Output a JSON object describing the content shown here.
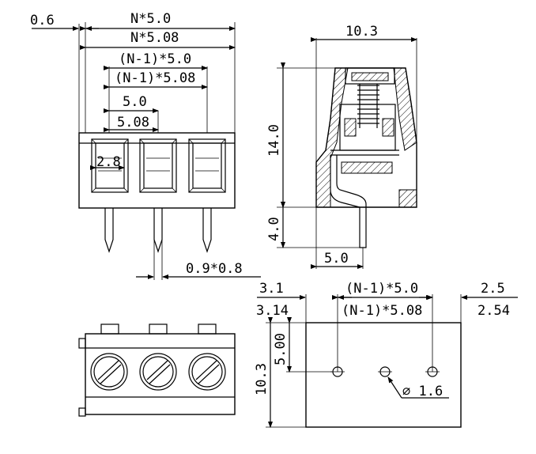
{
  "front_view": {
    "pitch_label": "N*5.0",
    "pitch_label_alt": "N*5.08",
    "span_label": "(N-1)*5.0",
    "span_label_alt": "(N-1)*5.08",
    "single_pitch": "5.0",
    "single_pitch_alt": "5.08",
    "edge_offset": "0.6",
    "opening_width": "2.8",
    "pin_size": "0.9*0.8",
    "positions": 3
  },
  "side_view": {
    "depth": "10.3",
    "height": "14.0",
    "pin_length": "4.0",
    "pin_offset": "5.0"
  },
  "bottom_view": {
    "left_offset": "3.1",
    "left_offset_alt": "3.14",
    "hole_span": "(N-1)*5.0",
    "hole_span_alt": "(N-1)*5.08",
    "right_offset": "2.5",
    "right_offset_alt": "2.54",
    "depth": "10.3",
    "hole_depth": "5.00",
    "hole_diameter": "∅ 1.6"
  },
  "colors": {
    "line": "#000000",
    "background": "#ffffff"
  }
}
